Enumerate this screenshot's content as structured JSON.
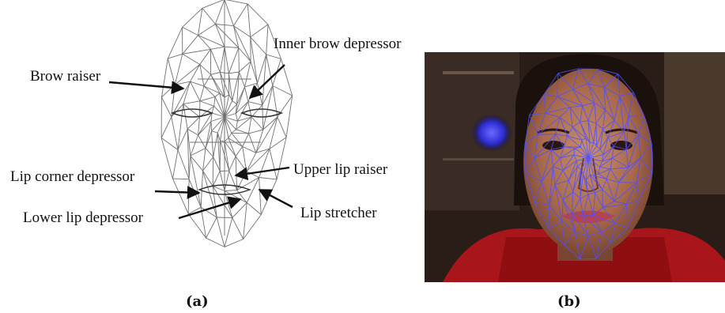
{
  "panel_a": {
    "caption": "(a)",
    "labels": {
      "brow_raiser": "Brow raiser",
      "inner_brow_depressor": "Inner brow depressor",
      "upper_lip_raiser": "Upper lip raiser",
      "lip_corner_depressor": "Lip corner depressor",
      "lower_lip_depressor": "Lower lip depressor",
      "lip_stretcher": "Lip stretcher"
    }
  },
  "panel_b": {
    "caption": "(b)"
  },
  "colors": {
    "wireframe": "#6b6b6b",
    "mesh_overlay": "#4b4bff",
    "arrow": "#111111"
  }
}
